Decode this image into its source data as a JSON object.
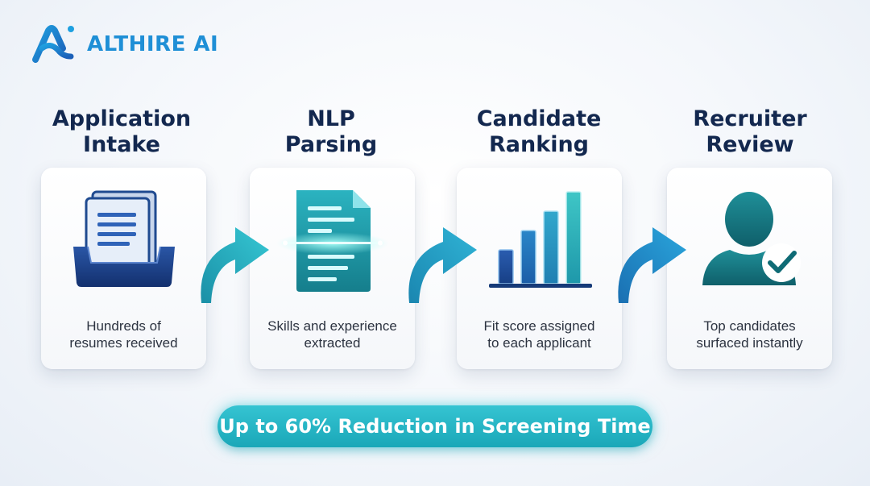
{
  "brand": {
    "name": "ALTHIRE AI",
    "logo_icon": "ai-logo-icon",
    "color": "#1f8fd6"
  },
  "steps": [
    {
      "title_line1": "Application",
      "title_line2": "Intake",
      "icon": "inbox-documents-icon",
      "desc_line1": "Hundreds of",
      "desc_line2": "resumes received"
    },
    {
      "title_line1": "NLP",
      "title_line2": "Parsing",
      "icon": "document-scan-icon",
      "desc_line1": "Skills and experience",
      "desc_line2": "extracted"
    },
    {
      "title_line1": "Candidate",
      "title_line2": "Ranking",
      "icon": "bar-chart-icon",
      "desc_line1": "Fit score assigned",
      "desc_line2": "to each applicant"
    },
    {
      "title_line1": "Recruiter",
      "title_line2": "Review",
      "icon": "user-check-icon",
      "desc_line1": "Top candidates",
      "desc_line2": "surfaced instantly"
    }
  ],
  "banner": {
    "text": "Up to 60% Reduction in Screening Time"
  },
  "colors": {
    "navy": "#13284f",
    "teal": "#1aa7b8",
    "blue": "#1f5fa8"
  }
}
